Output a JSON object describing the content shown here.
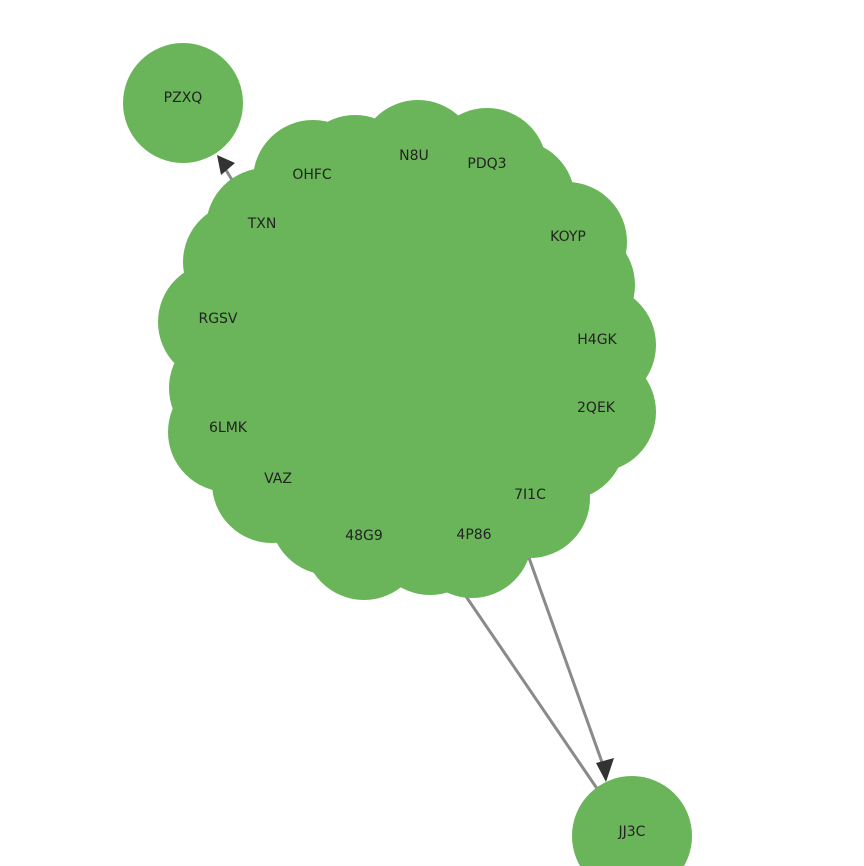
{
  "diagram": {
    "node_color": "#6ab55a",
    "edge_color": "#8a8a8a",
    "arrow_color": "#333333",
    "nodes": [
      {
        "id": "PZXQ",
        "label": "PZXQ"
      },
      {
        "id": "N8U",
        "label": "N8U"
      },
      {
        "id": "PDQ3",
        "label": "PDQ3"
      },
      {
        "id": "OHFC",
        "label": "OHFC"
      },
      {
        "id": "TXN",
        "label": "TXN"
      },
      {
        "id": "KOYP",
        "label": "KOYP"
      },
      {
        "id": "RGSV",
        "label": "RGSV"
      },
      {
        "id": "H4GK",
        "label": "H4GK"
      },
      {
        "id": "2QEK",
        "label": "2QEK"
      },
      {
        "id": "6LMK",
        "label": "6LMK"
      },
      {
        "id": "VAZ",
        "label": "VAZ"
      },
      {
        "id": "7I1C",
        "label": "7I1C"
      },
      {
        "id": "48G9",
        "label": "48G9"
      },
      {
        "id": "4P86",
        "label": "4P86"
      },
      {
        "id": "JJ3C",
        "label": "JJ3C"
      }
    ],
    "edges": [
      {
        "from": "TXN",
        "to": "PZXQ",
        "arrow": true
      },
      {
        "from": "7I1C",
        "to": "JJ3C",
        "arrow": true
      },
      {
        "from": "4P86",
        "to": "JJ3C",
        "arrow": false
      }
    ]
  }
}
